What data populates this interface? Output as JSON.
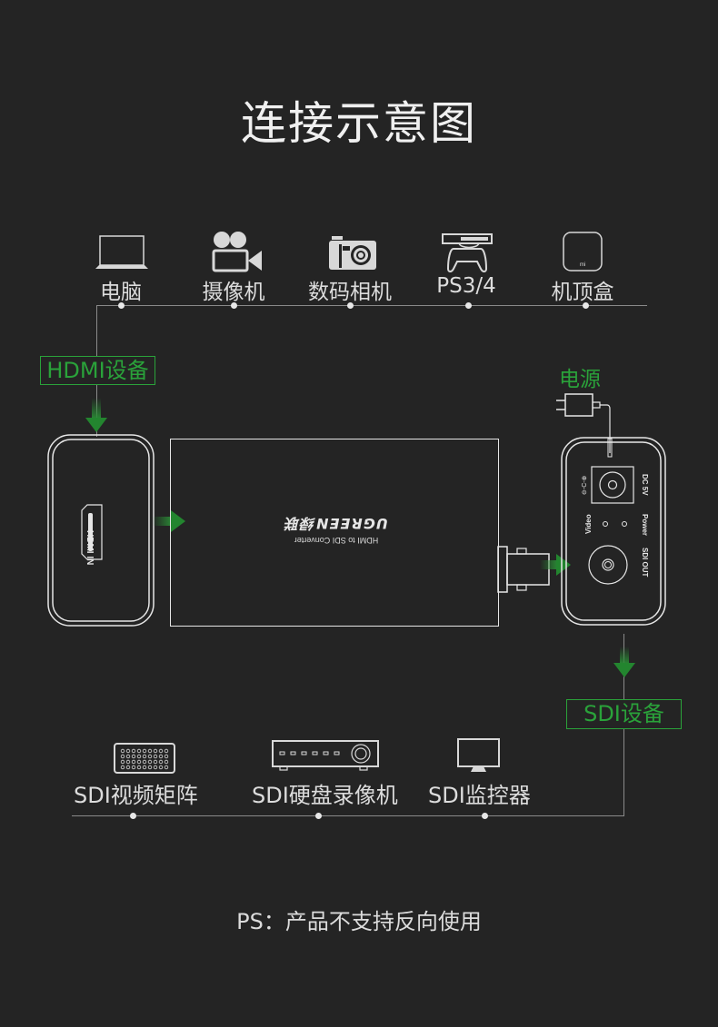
{
  "title": "连接示意图",
  "inputs": {
    "group_label": "HDMI设备",
    "devices": [
      {
        "label": "电脑",
        "icon": "laptop-icon"
      },
      {
        "label": "摄像机",
        "icon": "video-camera-icon"
      },
      {
        "label": "数码相机",
        "icon": "digital-camera-icon"
      },
      {
        "label": "PS3/4",
        "icon": "game-console-icon"
      },
      {
        "label": "机顶盒",
        "icon": "set-top-box-icon"
      }
    ]
  },
  "power": {
    "label": "电源",
    "icon": "power-adapter-icon"
  },
  "converter": {
    "hdmi_port_label": "HDMI IN",
    "brand": "UGREEN绿联",
    "model": "HDMI to SDI Converter",
    "dc_label": "DC 5V",
    "video_led_label": "Video",
    "power_led_label": "Power",
    "sdi_out_label": "SDI OUT"
  },
  "outputs": {
    "group_label": "SDI设备",
    "devices": [
      {
        "label": "SDI视频矩阵",
        "icon": "video-matrix-icon"
      },
      {
        "label": "SDI硬盘录像机",
        "icon": "dvr-icon"
      },
      {
        "label": "SDI监控器",
        "icon": "monitor-icon"
      }
    ]
  },
  "note": "PS：产品不支持反向使用",
  "colors": {
    "background": "#242424",
    "accent_green": "#2aa23a",
    "line": "#e6e6e6"
  }
}
